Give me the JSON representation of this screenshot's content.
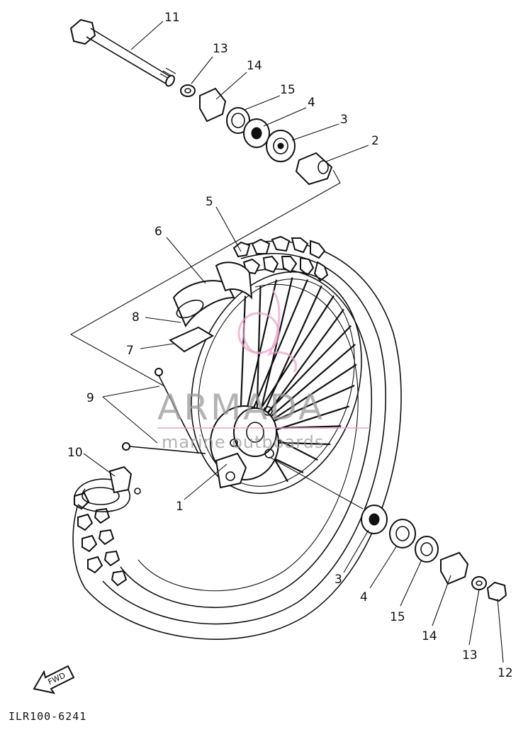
{
  "diagram": {
    "drawing_code": "ILR100-6241",
    "fwd_label": "FWD",
    "callouts": [
      {
        "id": "c11a",
        "label": "11"
      },
      {
        "id": "c13a",
        "label": "13"
      },
      {
        "id": "c14a",
        "label": "14"
      },
      {
        "id": "c15a",
        "label": "15"
      },
      {
        "id": "c4a",
        "label": "4"
      },
      {
        "id": "c3a",
        "label": "3"
      },
      {
        "id": "c2",
        "label": "2"
      },
      {
        "id": "c5",
        "label": "5"
      },
      {
        "id": "c6",
        "label": "6"
      },
      {
        "id": "c8",
        "label": "8"
      },
      {
        "id": "c7",
        "label": "7"
      },
      {
        "id": "c9",
        "label": "9"
      },
      {
        "id": "c10",
        "label": "10"
      },
      {
        "id": "c1",
        "label": "1"
      },
      {
        "id": "c3b",
        "label": "3"
      },
      {
        "id": "c4b",
        "label": "4"
      },
      {
        "id": "c15b",
        "label": "15"
      },
      {
        "id": "c14b",
        "label": "14"
      },
      {
        "id": "c13b",
        "label": "13"
      },
      {
        "id": "c12",
        "label": "12"
      }
    ]
  },
  "watermark": {
    "brand": "ARMADA",
    "tagline": "marine outboards",
    "accent_color": "#e8a0c8"
  }
}
